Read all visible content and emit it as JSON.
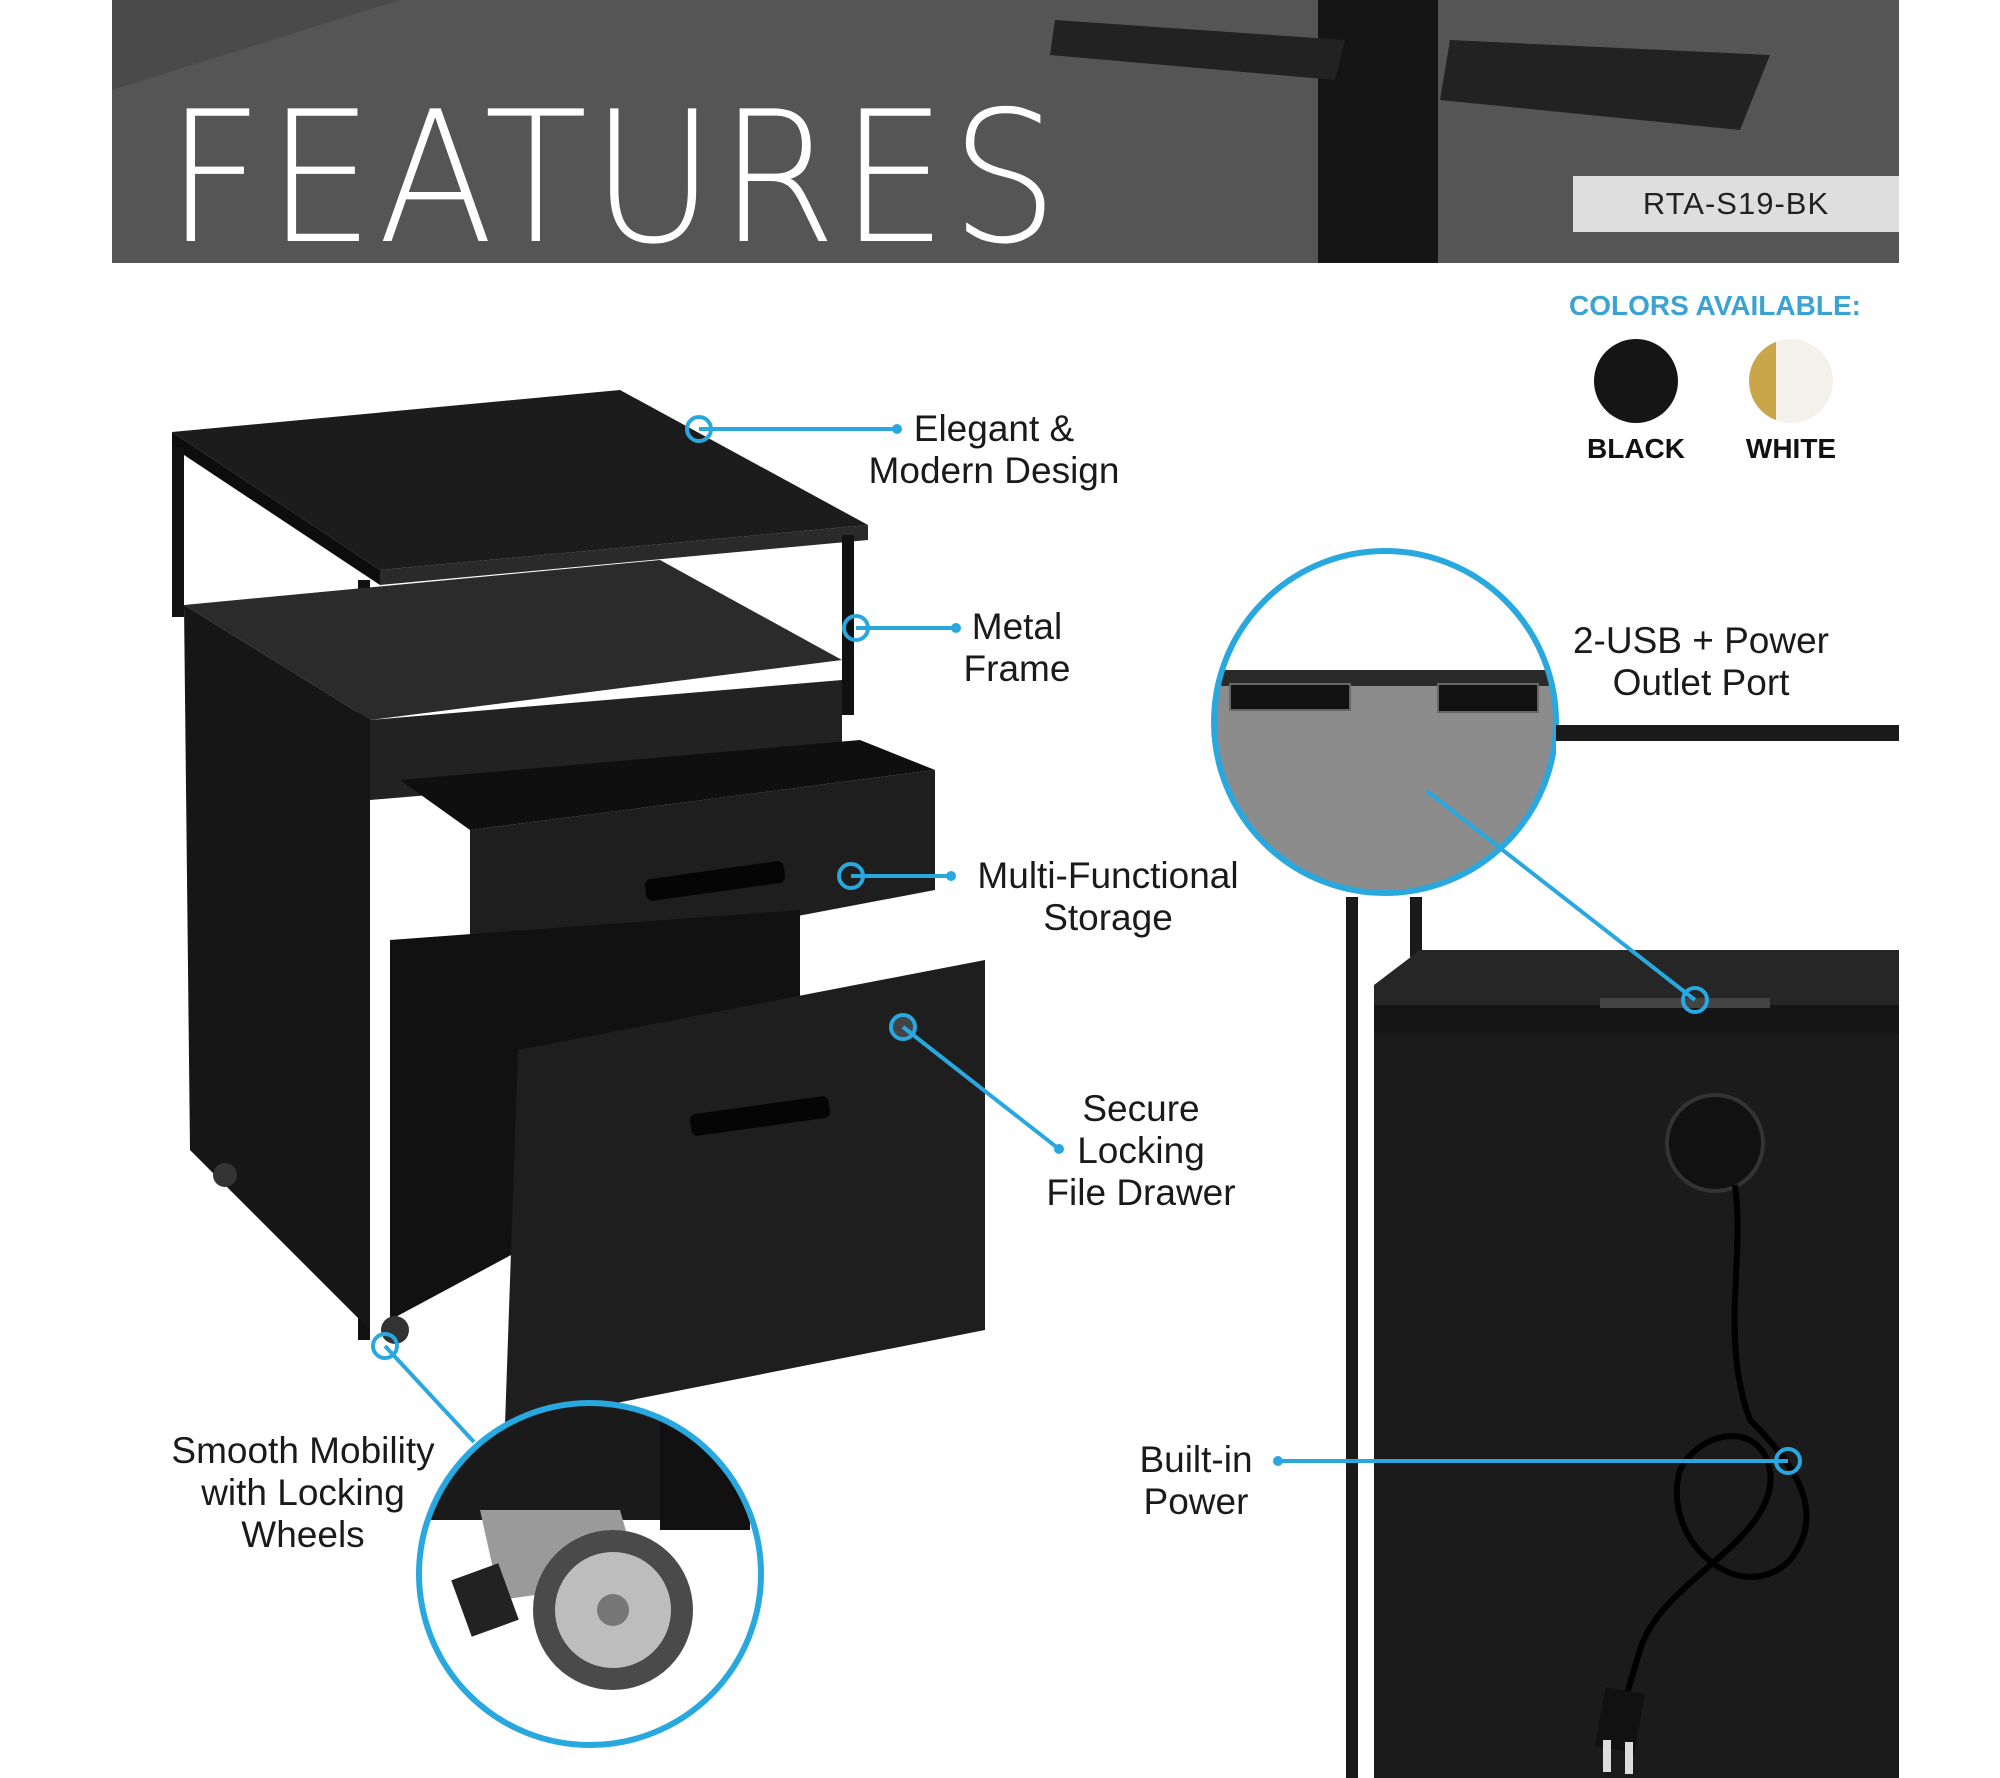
{
  "header": {
    "title": "FEATURES",
    "model": "RTA-S19-BK"
  },
  "colors": {
    "title": "COLORS AVAILABLE:",
    "options": [
      {
        "label": "BLACK",
        "swatch": "#151515"
      },
      {
        "label": "WHITE",
        "swatch": "#f3f1ea",
        "accent": "#c9a64a"
      }
    ]
  },
  "callouts": [
    {
      "lines": [
        "Elegant &",
        "Modern Design"
      ]
    },
    {
      "lines": [
        "Metal",
        "Frame"
      ]
    },
    {
      "lines": [
        "Multi-Functional",
        "Storage"
      ]
    },
    {
      "lines": [
        "Secure",
        "Locking",
        "File Drawer"
      ]
    },
    {
      "lines": [
        "Smooth Mobility",
        "with Locking",
        "Wheels"
      ]
    },
    {
      "lines": [
        "2-USB + Power",
        "Outlet Port"
      ]
    },
    {
      "lines": [
        "Built-in",
        "Power"
      ]
    }
  ],
  "accent": "#29a8e0"
}
